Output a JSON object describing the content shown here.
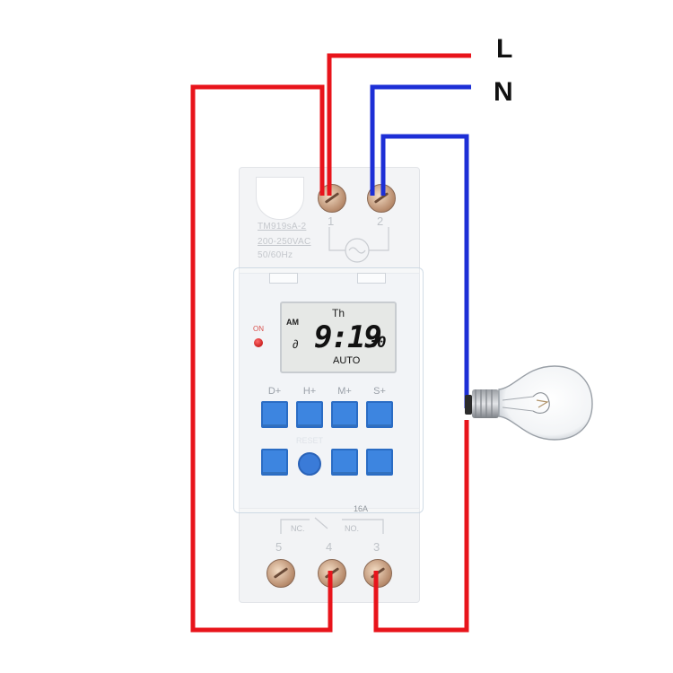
{
  "wire_labels": {
    "live": "L",
    "neutral": "N"
  },
  "colors": {
    "live_wire": "#e8141b",
    "neutral_wire": "#1d2fd6",
    "button": "#3d85e0",
    "led": "#cc0000"
  },
  "device": {
    "model": "TM919sA-2",
    "voltage": "200-250VAC",
    "frequency": "50/60Hz",
    "indicator_label": "ON",
    "display": {
      "day": "Th",
      "meridiem": "AM",
      "small_indicator": "∂",
      "time": "9:19",
      "seconds": "30",
      "mode": "AUTO"
    },
    "button_labels": [
      "D+",
      "H+",
      "M+",
      "S+"
    ],
    "lower_row_text": [
      "RESET"
    ],
    "rating": "16A",
    "contact_labels": {
      "nc": "NC.",
      "no": "NO."
    },
    "terminal_numbers": {
      "t1": "1",
      "t2": "2",
      "t3": "3",
      "t4": "4",
      "t5": "5"
    }
  },
  "load_icon": "light-bulb-icon"
}
